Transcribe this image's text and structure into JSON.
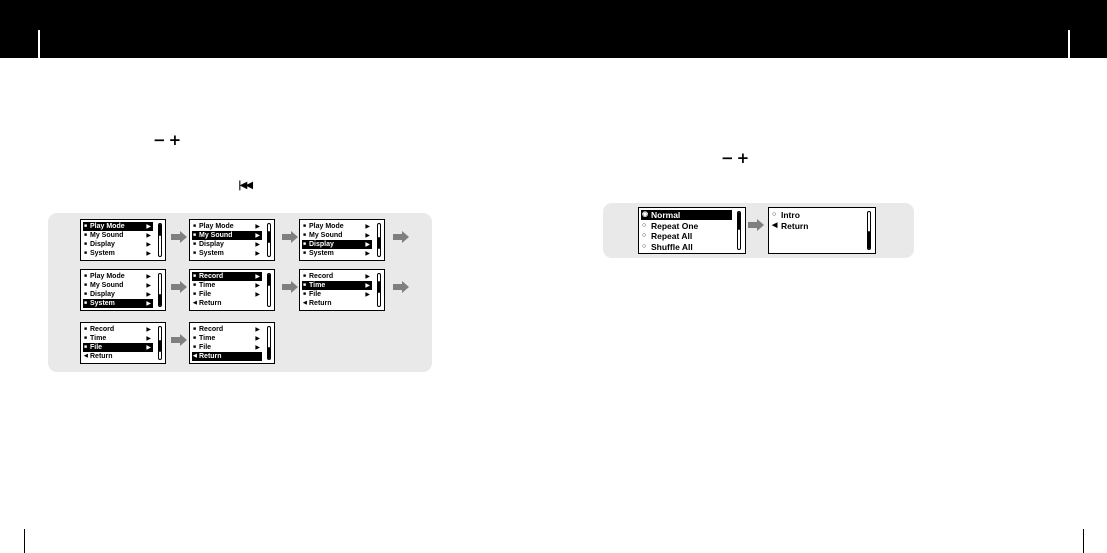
{
  "icons": {
    "minus_plus": "minus-plus-icon",
    "skip_back": "skip-back-icon",
    "arrow": "right-arrow-icon"
  },
  "colors": {
    "header": "#000000",
    "panel": "#e9e9e9",
    "arrow": "#7f7f7f"
  },
  "left_panel": {
    "screens": [
      {
        "rows": [
          {
            "label": "Play Mode",
            "arrow": true,
            "sel": true
          },
          {
            "label": "My Sound",
            "arrow": true
          },
          {
            "label": "Display",
            "arrow": true
          },
          {
            "label": "System",
            "arrow": true
          }
        ],
        "thumb": 0.0
      },
      {
        "rows": [
          {
            "label": "Play Mode",
            "arrow": true
          },
          {
            "label": "My Sound",
            "arrow": true,
            "sel": true
          },
          {
            "label": "Display",
            "arrow": true
          },
          {
            "label": "System",
            "arrow": true
          }
        ],
        "thumb": 0.33
      },
      {
        "rows": [
          {
            "label": "Play Mode",
            "arrow": true
          },
          {
            "label": "My Sound",
            "arrow": true
          },
          {
            "label": "Display",
            "arrow": true,
            "sel": true
          },
          {
            "label": "System",
            "arrow": true
          }
        ],
        "thumb": 0.66
      },
      {
        "rows": [
          {
            "label": "Play Mode",
            "arrow": true
          },
          {
            "label": "My Sound",
            "arrow": true
          },
          {
            "label": "Display",
            "arrow": true
          },
          {
            "label": "System",
            "arrow": true,
            "sel": true
          }
        ],
        "thumb": 1.0
      },
      {
        "rows": [
          {
            "label": "Record",
            "arrow": true,
            "sel": true
          },
          {
            "label": "Time",
            "arrow": true
          },
          {
            "label": "File",
            "arrow": true
          },
          {
            "label": "Return",
            "arrow": false,
            "ret": true
          }
        ],
        "thumb": 0.0
      },
      {
        "rows": [
          {
            "label": "Record",
            "arrow": true
          },
          {
            "label": "Time",
            "arrow": true,
            "sel": true
          },
          {
            "label": "File",
            "arrow": true
          },
          {
            "label": "Return",
            "arrow": false,
            "ret": true
          }
        ],
        "thumb": 0.33
      },
      {
        "rows": [
          {
            "label": "Record",
            "arrow": true
          },
          {
            "label": "Time",
            "arrow": true
          },
          {
            "label": "File",
            "arrow": true,
            "sel": true
          },
          {
            "label": "Return",
            "arrow": false,
            "ret": true
          }
        ],
        "thumb": 0.66
      },
      {
        "rows": [
          {
            "label": "Record",
            "arrow": true
          },
          {
            "label": "Time",
            "arrow": true
          },
          {
            "label": "File",
            "arrow": true
          },
          {
            "label": "Return",
            "arrow": false,
            "ret": true,
            "sel": true
          }
        ],
        "thumb": 1.0
      }
    ]
  },
  "right_panel": {
    "screens": [
      {
        "rows": [
          {
            "label": "Normal",
            "radio": "checked",
            "sel": true
          },
          {
            "label": "Repeat One",
            "radio": "empty"
          },
          {
            "label": "Repeat All",
            "radio": "empty"
          },
          {
            "label": "Shuffle All",
            "radio": "empty"
          }
        ],
        "thumb": 0.0
      },
      {
        "rows": [
          {
            "label": "Intro",
            "radio": "empty"
          },
          {
            "label": "Return",
            "ret": true
          }
        ],
        "thumb": 1.0
      }
    ]
  }
}
